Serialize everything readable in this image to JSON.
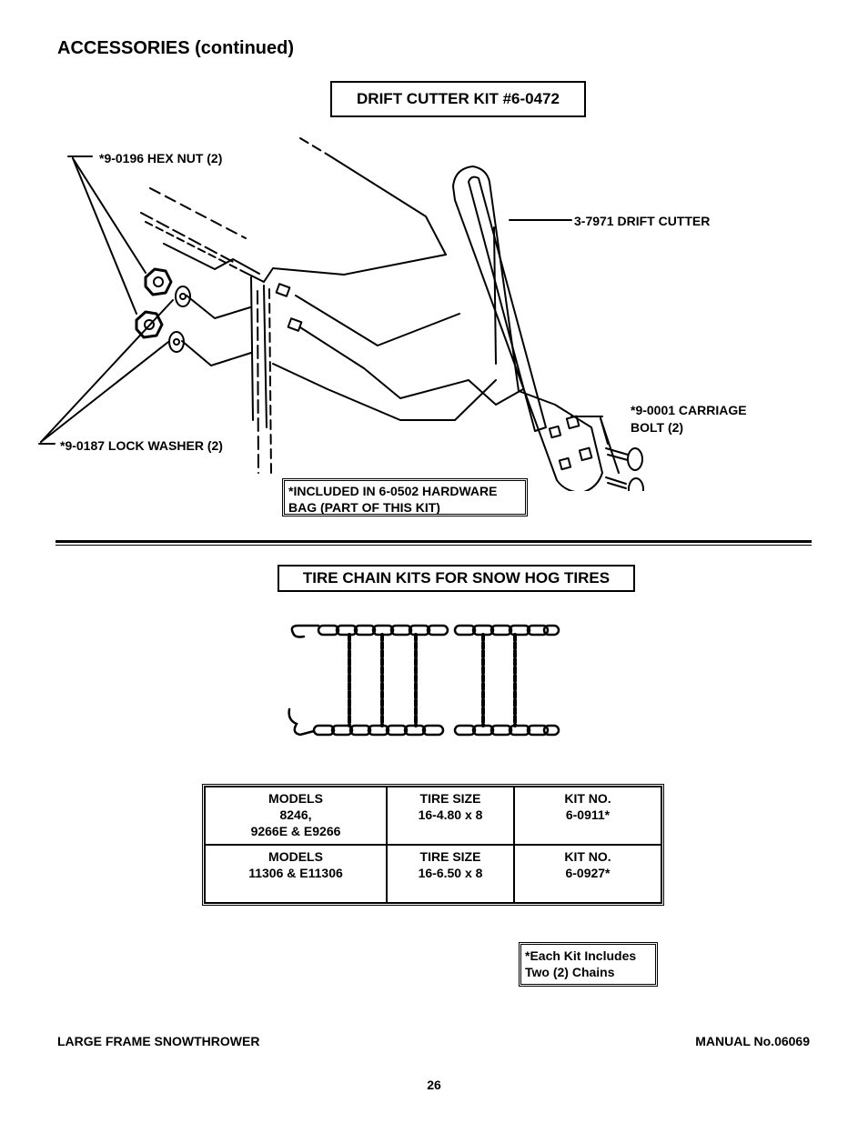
{
  "page": {
    "title": "ACCESSORIES (continued)",
    "footer_left": "LARGE FRAME SNOWTHROWER",
    "footer_right": "MANUAL No.06069",
    "page_number": "26"
  },
  "drift_cutter": {
    "title": "DRIFT CUTTER KIT #6-0472",
    "labels": {
      "hex_nut": "*9-0196 HEX NUT (2)",
      "drift_cutter": "3-7971 DRIFT CUTTER",
      "carriage_bolt_1": "*9-0001 CARRIAGE",
      "carriage_bolt_2": "BOLT (2)",
      "lock_washer": "*9-0187 LOCK WASHER (2)"
    },
    "note_line1": "*INCLUDED IN 6-0502 HARDWARE",
    "note_line2": "BAG (PART OF THIS KIT)"
  },
  "tire_chains": {
    "title": "TIRE CHAIN KITS FOR SNOW HOG TIRES",
    "rows": [
      {
        "models_header": "MODELS",
        "models_line1": "8246,",
        "models_line2": "9266E & E9266",
        "size_header": "TIRE SIZE",
        "size": "16-4.80 x 8",
        "kit_header": "KIT NO.",
        "kit": "6-0911*"
      },
      {
        "models_header": "MODELS",
        "models_line1": "11306 & E11306",
        "models_line2": "",
        "size_header": "TIRE SIZE",
        "size": "16-6.50 x 8",
        "kit_header": "KIT NO.",
        "kit": "6-0927*"
      }
    ],
    "note_line1": "*Each Kit Includes",
    "note_line2": "Two (2) Chains"
  }
}
